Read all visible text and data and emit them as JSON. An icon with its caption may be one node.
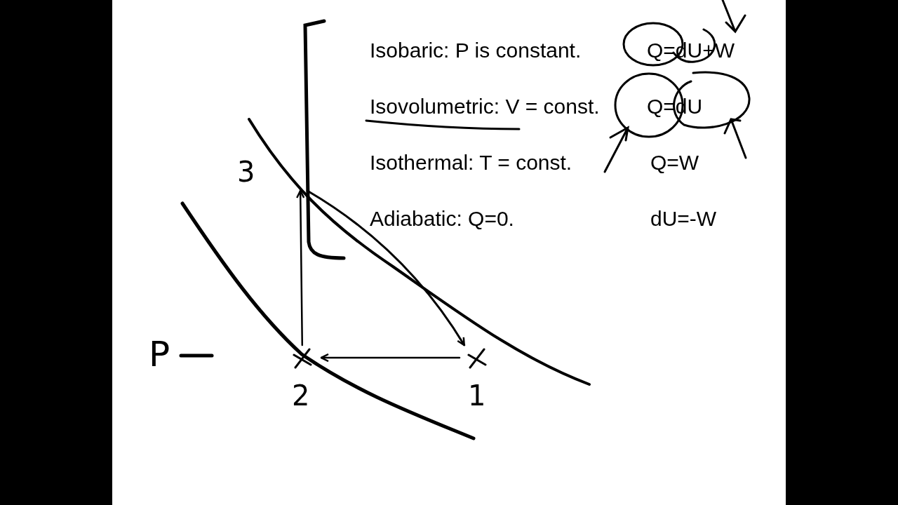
{
  "diagram": {
    "nodes": [
      {
        "text": [
          "3"
        ]
      },
      {
        "text": [
          "2"
        ]
      },
      {
        "text": [
          "1"
        ]
      }
    ],
    "edges": [
      {
        "from": 2,
        "to": 1,
        "arrow": "to"
      },
      {
        "from": 1,
        "to": 0,
        "arrow": "to"
      },
      {
        "from": 0,
        "to": 2,
        "arrow": "to"
      }
    ],
    "labels": [
      "Isobaric: P is constant.",
      "Q=dU+W",
      "Isovolumetric: V = const.",
      "Q=dU",
      "Isothermal: T = const.",
      "Q=W",
      "Adiabatic: Q=0.",
      "dU=-W",
      "P"
    ]
  }
}
